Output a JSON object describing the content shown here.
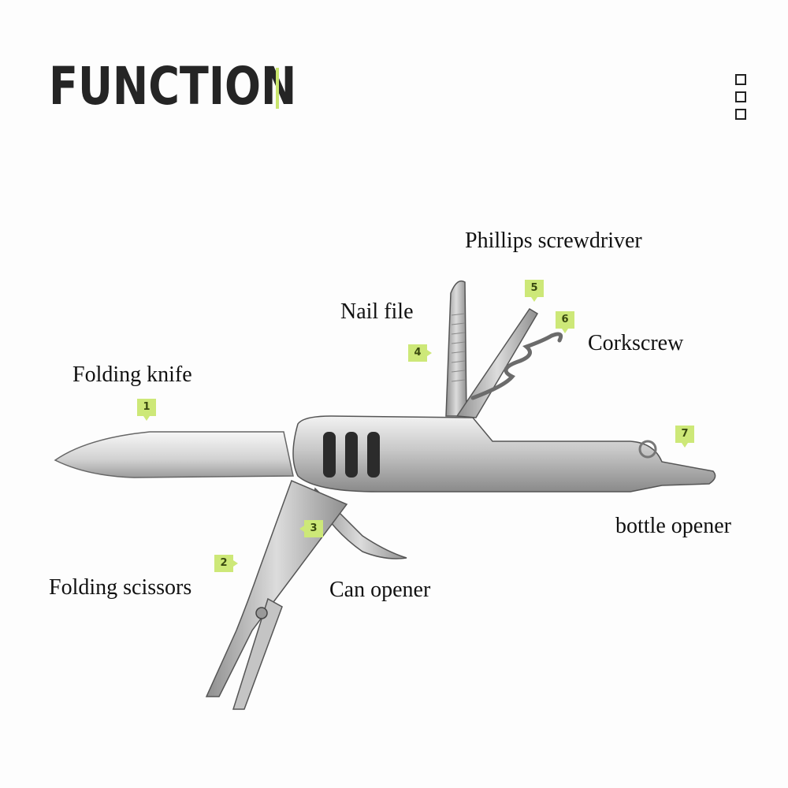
{
  "header": {
    "title": "FUNCTION",
    "accent_color": "#c9e56e",
    "menu_icon": "three-squares-icon"
  },
  "parts": [
    {
      "number": "1",
      "label": "Folding knife"
    },
    {
      "number": "2",
      "label": "Folding scissors"
    },
    {
      "number": "3",
      "label": "Can opener"
    },
    {
      "number": "4",
      "label": "Nail file"
    },
    {
      "number": "5",
      "label": "Phillips screwdriver"
    },
    {
      "number": "6",
      "label": "Corkscrew"
    },
    {
      "number": "7",
      "label": "bottle opener"
    }
  ],
  "colors": {
    "marker": "#cde878",
    "steel_light": "#e8e8e8",
    "steel_mid": "#b9b9b9",
    "steel_dark": "#6e6e6e"
  }
}
